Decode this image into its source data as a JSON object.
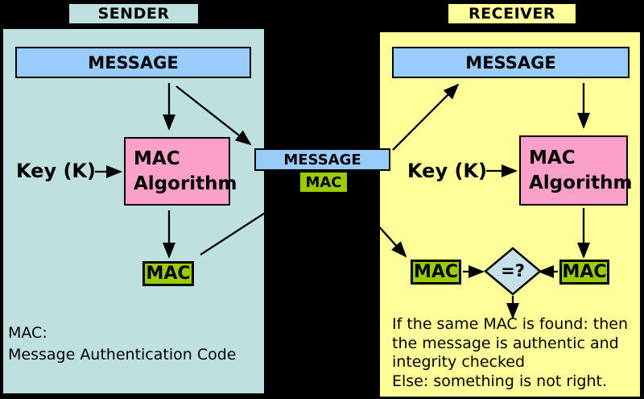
{
  "colors": {
    "background": "#000000",
    "sender_panel": "#bee1e0",
    "receiver_panel": "#ffff99",
    "message_box": "#9accfb",
    "mac_box": "#9ccc00",
    "algorithm_box": "#faa0c9",
    "comparison_diamond": "#c6e0ea",
    "line": "#000000"
  },
  "sender": {
    "title": "SENDER",
    "message_label": "MESSAGE",
    "key_label": "Key (K)",
    "algorithm_line1": "MAC",
    "algorithm_line2": "Algorithm",
    "mac_label": "MAC",
    "footnote_line1": "MAC:",
    "footnote_line2": "Message Authentication Code"
  },
  "transmission": {
    "message_label": "MESSAGE",
    "mac_label": "MAC"
  },
  "receiver": {
    "title": "RECEIVER",
    "message_label": "MESSAGE",
    "key_label": "Key (K)",
    "algorithm_line1": "MAC",
    "algorithm_line2": "Algorithm",
    "received_mac_label": "MAC",
    "computed_mac_label": "MAC",
    "comparison_label": "=?",
    "result_lines": [
      "If the same MAC is found: then",
      "the message is authentic and",
      "integrity checked",
      "Else: something is not right."
    ]
  }
}
